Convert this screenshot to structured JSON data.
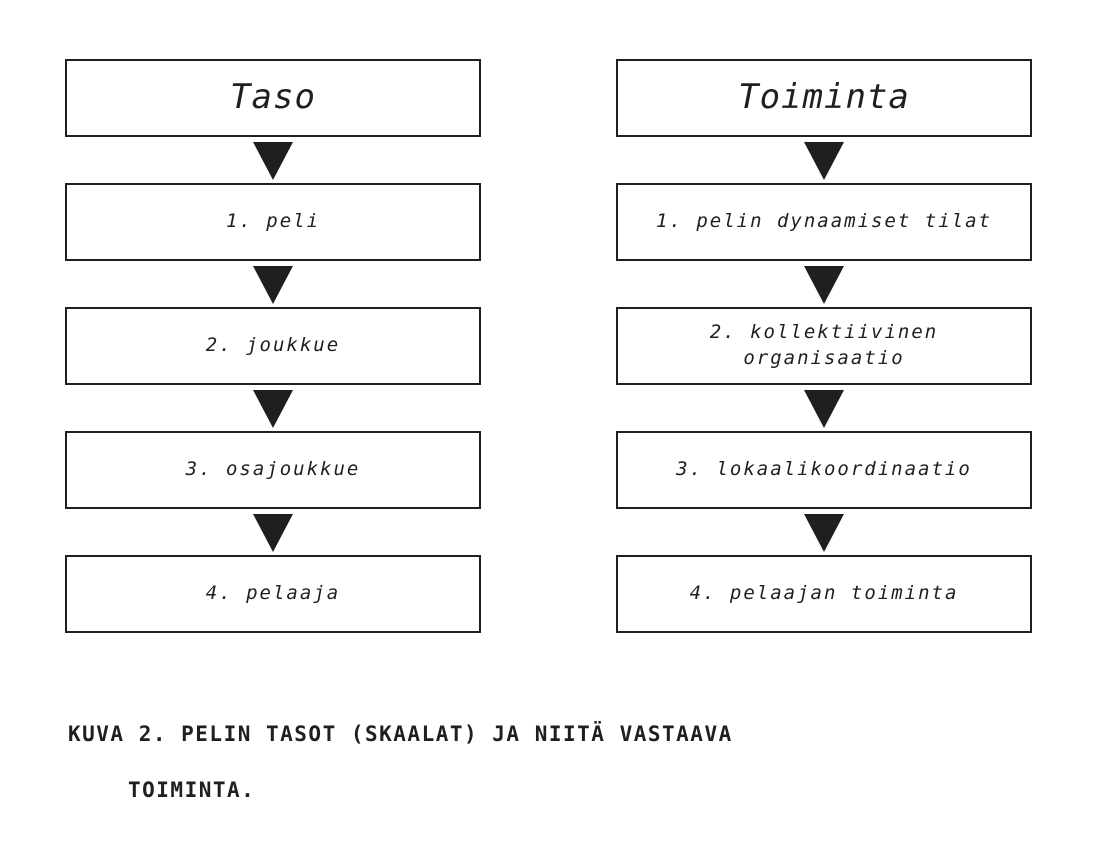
{
  "diagram": {
    "left_column": {
      "header": "Taso",
      "steps": [
        "1. peli",
        "2. joukkue",
        "3. osajoukkue",
        "4. pelaaja"
      ]
    },
    "right_column": {
      "header": "Toiminta",
      "steps": [
        "1. pelin dynaamiset tilat",
        "2. kollektiivinen organisaatio",
        "3. lokaalikoordinaatio",
        "4. pelaajan toiminta"
      ]
    }
  },
  "caption": {
    "line1": "KUVA 2. PELIN TASOT (SKAALAT) JA NIITÄ VASTAAVA",
    "line2": "TOIMINTA."
  },
  "colors": {
    "stroke": "#1f1f1f",
    "background": "#ffffff"
  }
}
